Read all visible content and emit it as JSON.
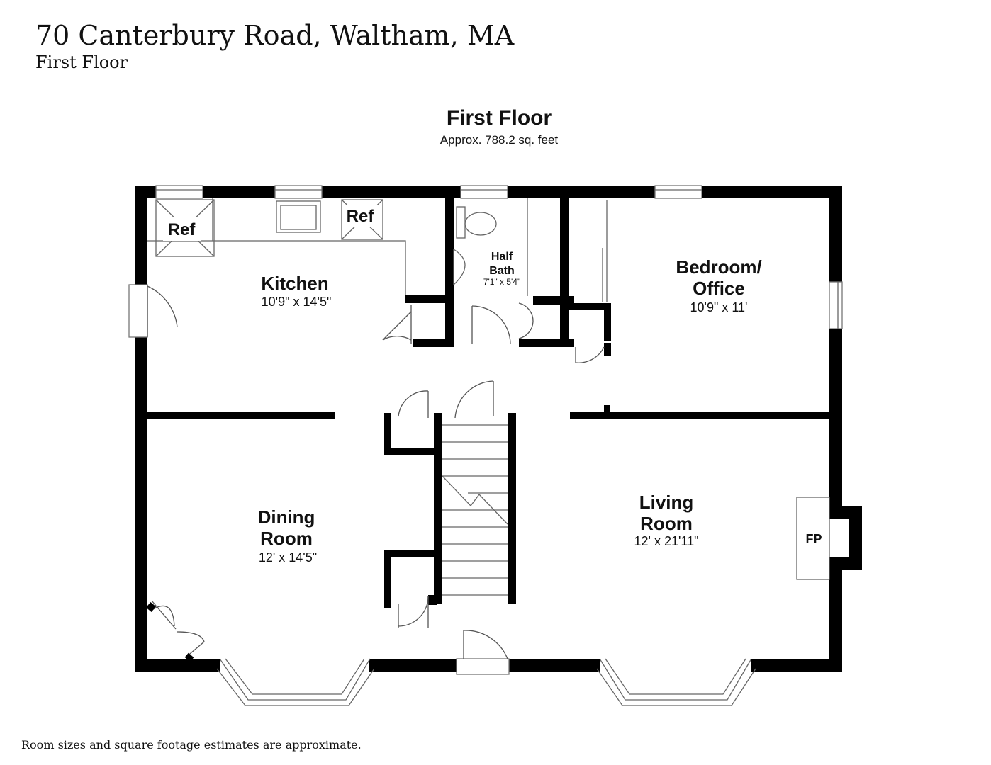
{
  "header": {
    "address": "70 Canterbury Road, Waltham, MA",
    "floor_label": "First Floor"
  },
  "plan": {
    "title": "First Floor",
    "area": "Approx. 788.2 sq. feet"
  },
  "rooms": {
    "kitchen": {
      "name": "Kitchen",
      "dims": "10'9\" x 14'5\""
    },
    "half_bath": {
      "name_line1": "Half",
      "name_line2": "Bath",
      "dims": "7'1\" x 5'4\""
    },
    "bedroom": {
      "name_line1": "Bedroom/",
      "name_line2": "Office",
      "dims": "10'9\" x 11'"
    },
    "dining": {
      "name_line1": "Dining",
      "name_line2": "Room",
      "dims": "12' x 14'5\""
    },
    "living": {
      "name_line1": "Living",
      "name_line2": "Room",
      "dims": "12' x 21'11\""
    }
  },
  "fixtures": {
    "ref_left": "Ref",
    "ref_right": "Ref",
    "fireplace": "FP"
  },
  "footer": {
    "disclaimer": "Room sizes and square footage estimates are approximate."
  }
}
